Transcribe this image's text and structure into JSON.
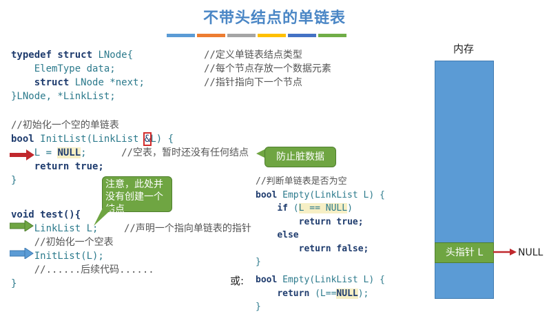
{
  "title": "不带头结点的单链表",
  "color_bars": [
    "#5b9bd5",
    "#ed7d31",
    "#a5a5a5",
    "#ffc000",
    "#4472c4",
    "#70ad47"
  ],
  "typedef": {
    "l1_kw": "typedef struct",
    "l1_name": "LNode{",
    "l2": "ElemType data;",
    "l3_kw": "struct",
    "l3_rest": "LNode *next;",
    "l4": "}LNode, *LinkList;",
    "c1": "//定义单链表结点类型",
    "c2": "//每个节点存放一个数据元素",
    "c3": "//指针指向下一个节点"
  },
  "init": {
    "comment": "//初始化一个空的单链表",
    "sig_kw": "bool",
    "sig_fn": "InitList(LinkList",
    "sig_amp": "&",
    "sig_end": "L) {",
    "l2_pre": "L = ",
    "l2_null": "NULL",
    "l2_post": ";",
    "l2_comment": "//空表，暂时还没有任何结点",
    "l3": "return true;",
    "l4": "}"
  },
  "callout_dirty": "防止脏数据",
  "callout_note": "注意，此处并没有创建一个结点",
  "test": {
    "sig": "void test(){",
    "l1": "LinkList L;",
    "l1_comment": "//声明一个指向单链表的指针",
    "l2": "//初始化一个空表",
    "l3": "InitList(L);",
    "l4": "//......后续代码......",
    "l5": "}"
  },
  "empty1": {
    "comment": "//判断单链表是否为空",
    "sig_kw": "bool",
    "sig": "Empty(LinkList L) {",
    "if_kw": "if",
    "if_open": "(",
    "if_cond": "L == NULL",
    "if_close": ")",
    "ret_true": "return true;",
    "else_kw": "else",
    "ret_false": "return false;",
    "close": "}"
  },
  "or_label": "或:",
  "empty2": {
    "sig_kw": "bool",
    "sig": "Empty(LinkList L) {",
    "ret_kw": "return",
    "ret_open": "(L==",
    "ret_null": "NULL",
    "ret_close": ");",
    "close": "}"
  },
  "memory": {
    "label": "内存",
    "head_label": "头指针 L",
    "null_label": "NULL"
  }
}
